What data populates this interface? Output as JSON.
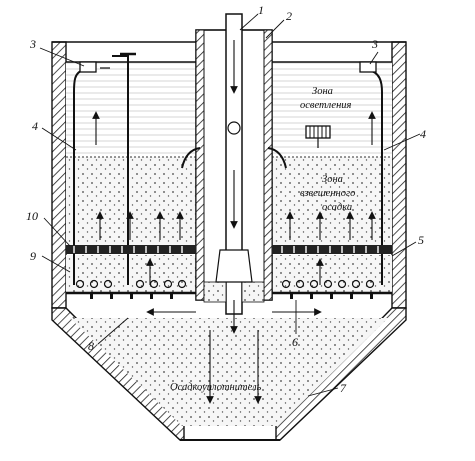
{
  "labels": {
    "n1": "1",
    "n2": "2",
    "n3_left": "3",
    "n3_right": "3",
    "n4_left": "4",
    "n4_right": "4",
    "n5": "5",
    "n6": "6",
    "n7": "7",
    "n8": "8",
    "n9": "9",
    "n10": "10"
  },
  "zones": {
    "clarification_line1": "Зона",
    "clarification_line2": "осветления",
    "suspended_line1": "Зона",
    "suspended_line2": "взвешенного",
    "suspended_line3": "осадка",
    "thickener": "Осадкоуплотнитель"
  }
}
